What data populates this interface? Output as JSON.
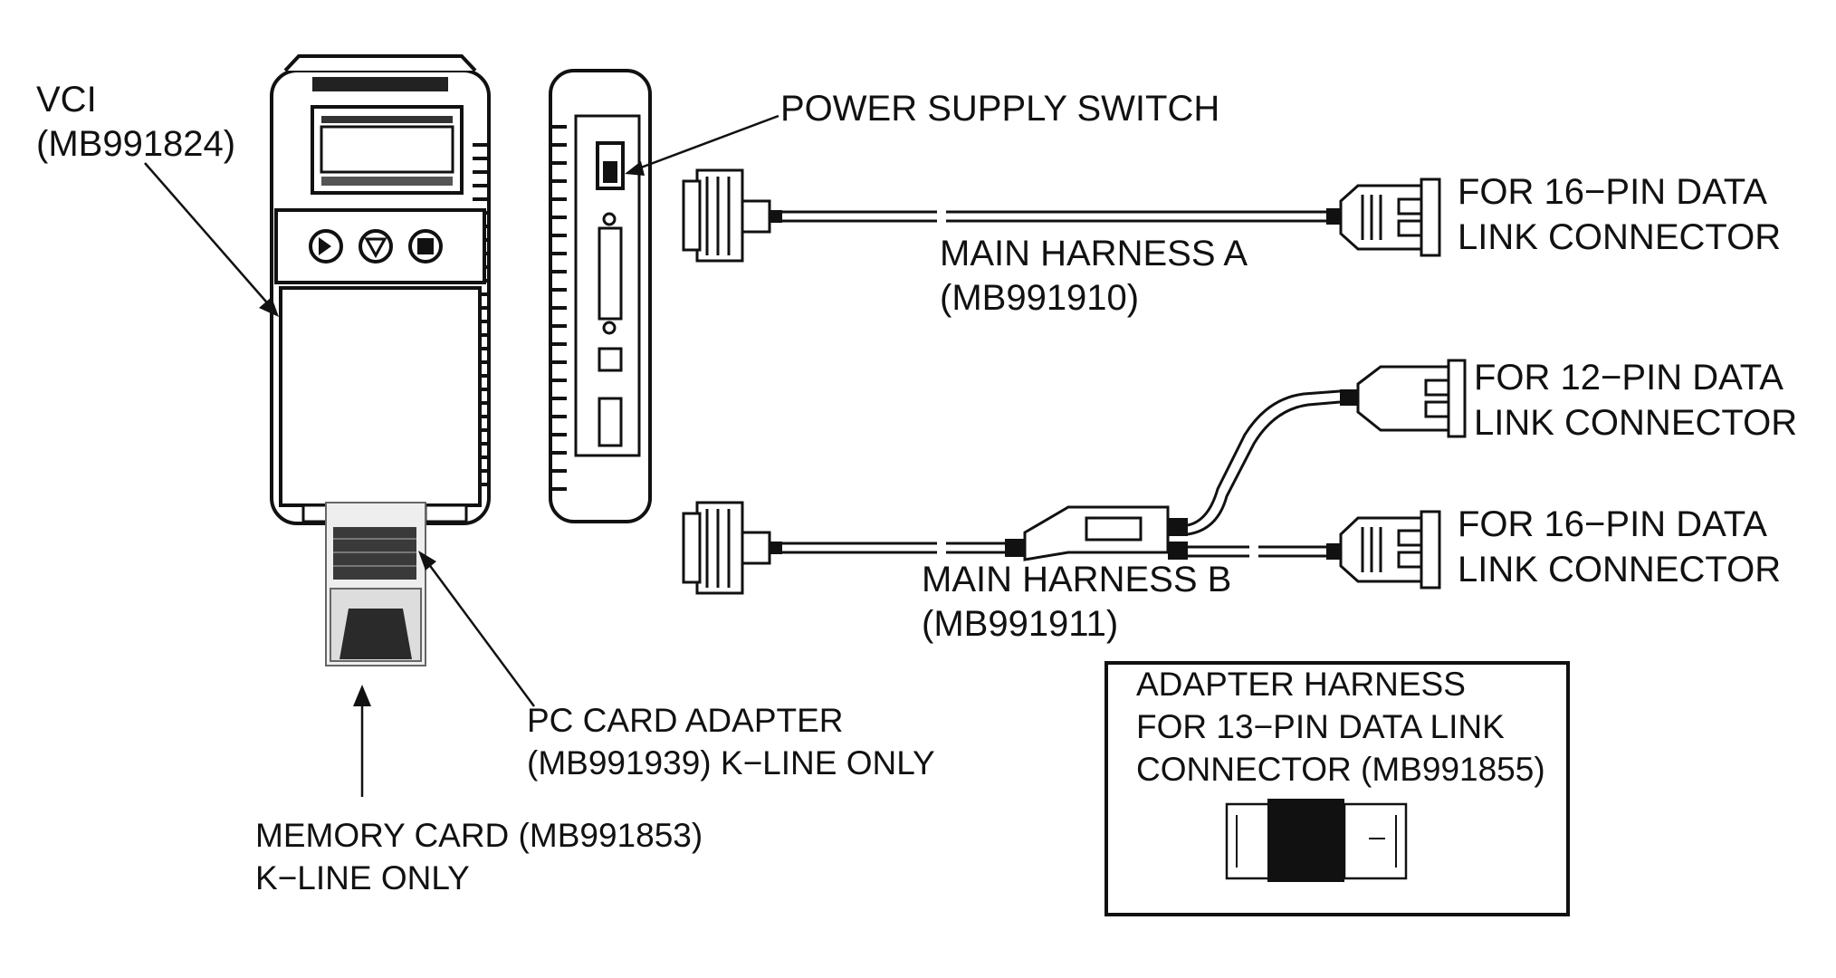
{
  "labels": {
    "vci": [
      "VCI",
      "(MB991824)"
    ],
    "power_switch": "POWER SUPPLY SWITCH",
    "harness_a": [
      "MAIN HARNESS A",
      "(MB991910)"
    ],
    "harness_a_connector": [
      "FOR 16−PIN DATA",
      "LINK CONNECTOR"
    ],
    "harness_b_12pin": [
      "FOR 12−PIN DATA",
      "LINK CONNECTOR"
    ],
    "harness_b_16pin": [
      "FOR 16−PIN DATA",
      "LINK CONNECTOR"
    ],
    "harness_b": [
      "MAIN HARNESS B",
      "(MB991911)"
    ],
    "pc_card_adapter": [
      "PC CARD ADAPTER",
      "(MB991939) K−LINE ONLY"
    ],
    "memory_card": [
      "MEMORY CARD (MB991853)",
      "K−LINE ONLY"
    ],
    "adapter_harness": [
      "ADAPTER HARNESS",
      "FOR 13−PIN DATA LINK",
      "CONNECTOR (MB991855)"
    ]
  }
}
